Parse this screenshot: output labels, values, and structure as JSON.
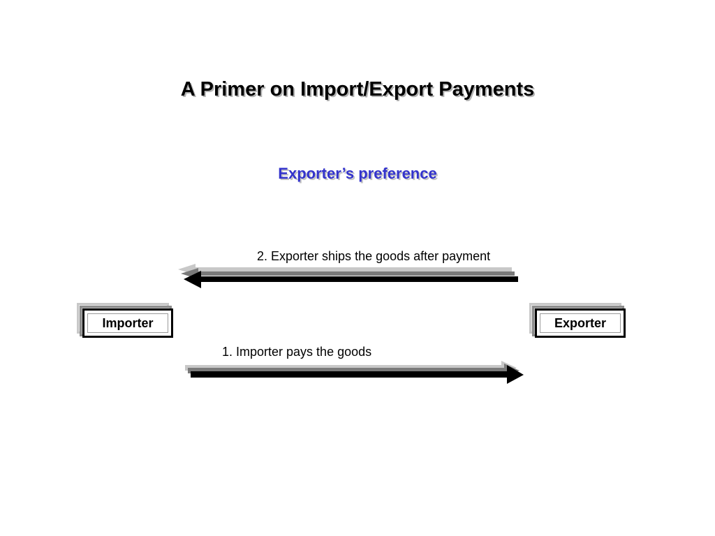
{
  "title": "A Primer on Import/Export Payments",
  "subtitle": "Exporter’s preference",
  "colors": {
    "subtitle": "#3333cc",
    "arrow": "#000000",
    "arrow_shadow_dark": "#7a7a7a",
    "arrow_shadow_light": "#c8c8c8"
  },
  "nodes": {
    "importer": "Importer",
    "exporter": "Exporter"
  },
  "arrows": {
    "ship_goods": "2. Exporter ships the goods after payment",
    "pay_goods": "1. Importer pays the goods"
  }
}
